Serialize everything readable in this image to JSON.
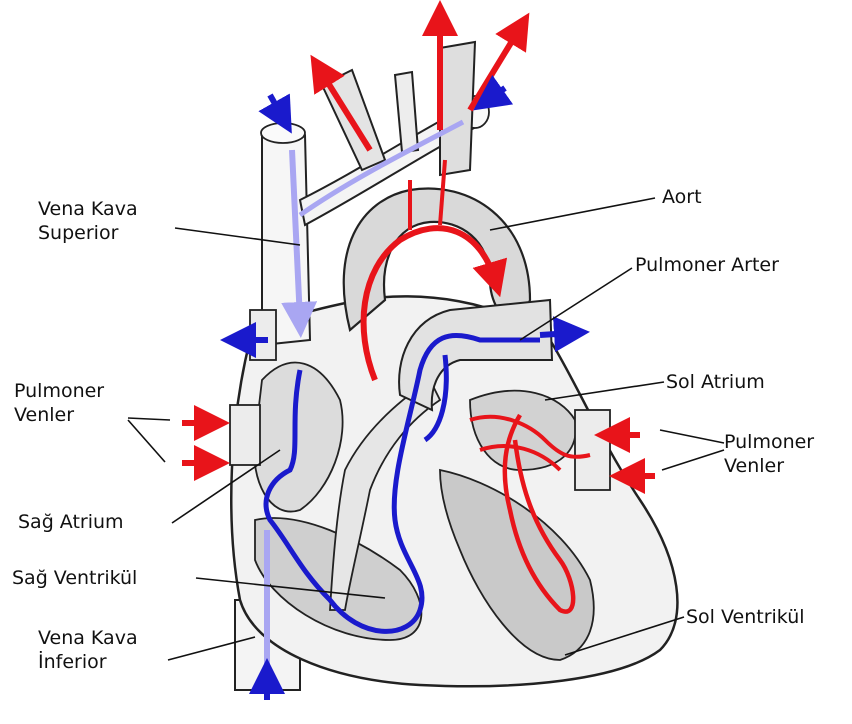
{
  "labels": {
    "vena_kava_superior": "Vena Kava\nSuperior",
    "aort": "Aort",
    "pulmoner_arter": "Pulmoner Arter",
    "pulmoner_venler_left": "Pulmoner\nVenler",
    "sol_atrium": "Sol Atrium",
    "pulmoner_venler_right": "Pulmoner\nVenler",
    "sag_atrium": "Sağ Atrium",
    "sag_ventrikul": "Sağ Ventrikül",
    "vena_kava_inferior": "Vena Kava\nİnferior",
    "sol_ventrikul": "Sol Ventrikül"
  },
  "colors": {
    "oxygenated": "#e8141a",
    "deoxygenated": "#1a1acc",
    "deoxygenated_light": "#a9a6f2",
    "outline": "#222222",
    "tissue_light": "#eeeeee",
    "tissue_dark": "#b9b9b9"
  }
}
